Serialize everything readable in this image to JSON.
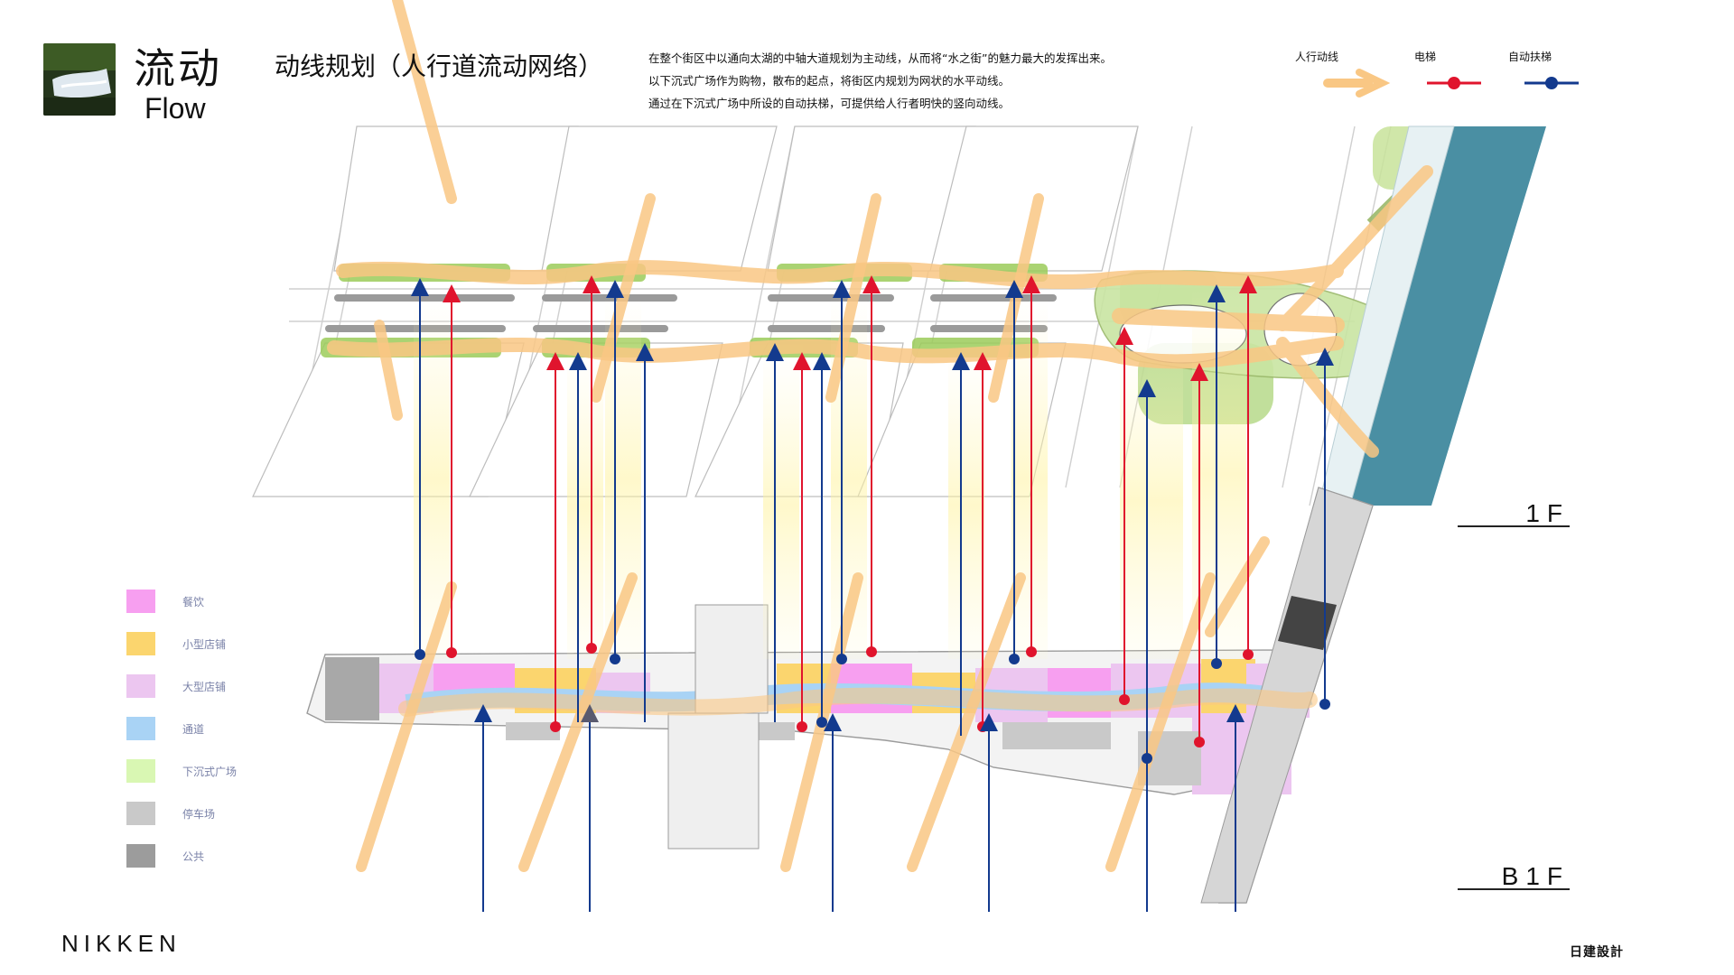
{
  "header": {
    "title_cn": "流动",
    "title_en": "Flow",
    "subtitle": "动线规划（人行道流动网络）",
    "description": [
      "在整个街区中以通向太湖的中轴大道规划为主动线，从而将“水之街”的魅力最大的发挥出来。",
      "以下沉式广场作为购物，散布的起点，将街区内规划为网状的水平动线。",
      "通过在下沉式广场中所设的自动扶梯，可提供给人行者明快的竖向动线。"
    ]
  },
  "legend_top": {
    "pedestrian": "人行动线",
    "elevator": "电梯",
    "escalator": "自动扶梯"
  },
  "legend_floor": [
    {
      "label": "餐饮",
      "color": "#f79ff0"
    },
    {
      "label": "小型店铺",
      "color": "#fbd56e"
    },
    {
      "label": "大型店铺",
      "color": "#ecc6f0"
    },
    {
      "label": "通道",
      "color": "#a9d3f5"
    },
    {
      "label": "下沉式广场",
      "color": "#d9f7b3"
    },
    {
      "label": "停车场",
      "color": "#c9c9c9"
    },
    {
      "label": "公共",
      "color": "#9c9c9c"
    }
  ],
  "floors": {
    "upper": "1F",
    "lower": "B1F"
  },
  "footer": {
    "brand": "NIKKEN",
    "brand_jp": "日建設計"
  },
  "colors": {
    "pedestrian_arrow": "#f9c784",
    "elevator": "#e0142d",
    "escalator": "#133a8e",
    "water": "#4a8fa3"
  }
}
